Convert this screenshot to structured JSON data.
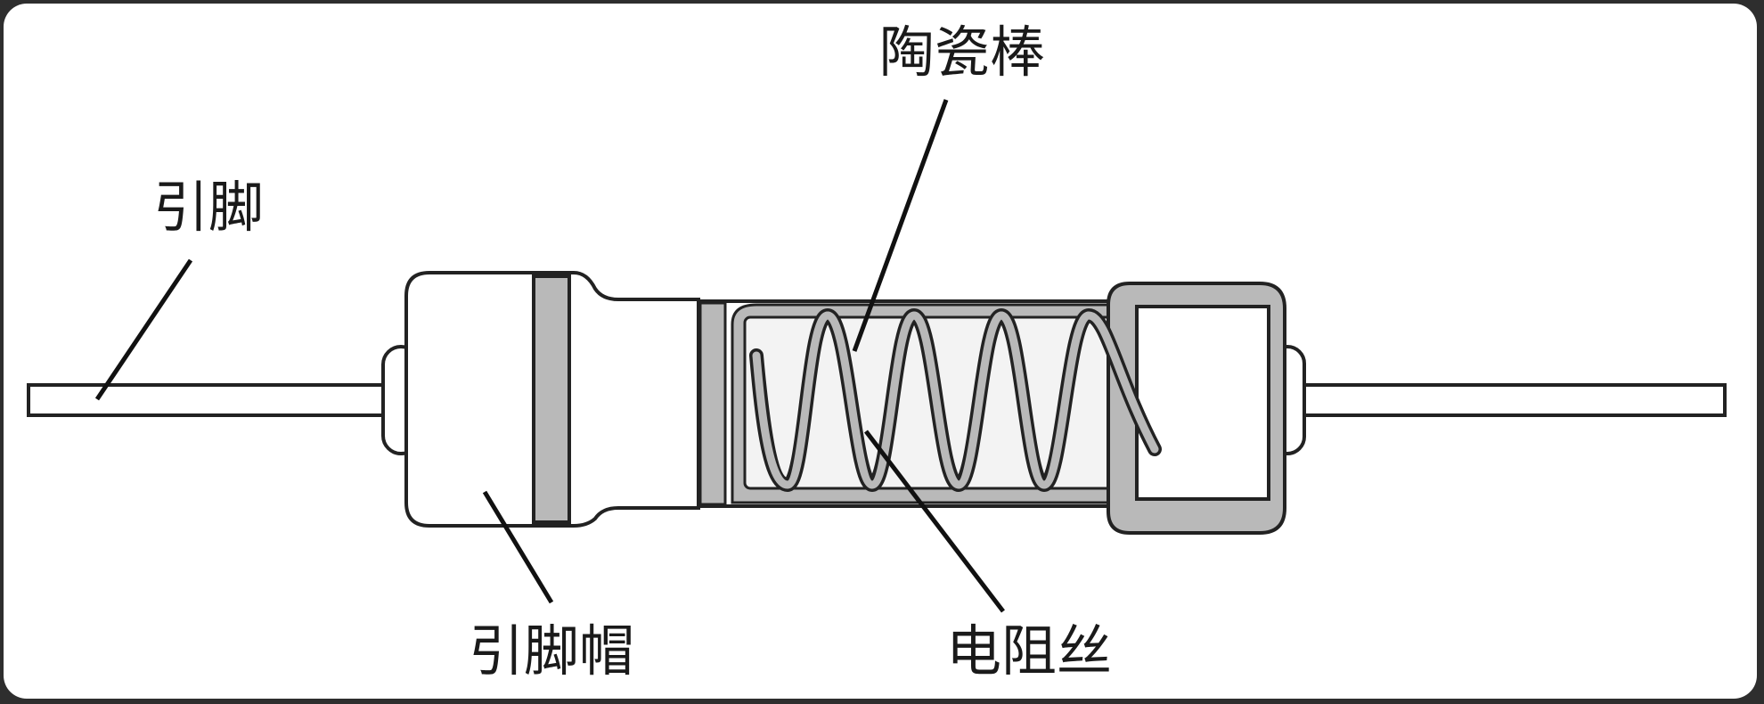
{
  "diagram": {
    "labels": {
      "lead": "引脚",
      "lead_cap": "引脚帽",
      "ceramic_rod": "陶瓷棒",
      "resistance_wire": "电阻丝"
    }
  },
  "colors": {
    "outline": "#222222",
    "band": "#b9b9b9",
    "body_fill": "#ffffff",
    "window_fill": "#f3f3f3",
    "frame_background": "#2e2e2e"
  }
}
